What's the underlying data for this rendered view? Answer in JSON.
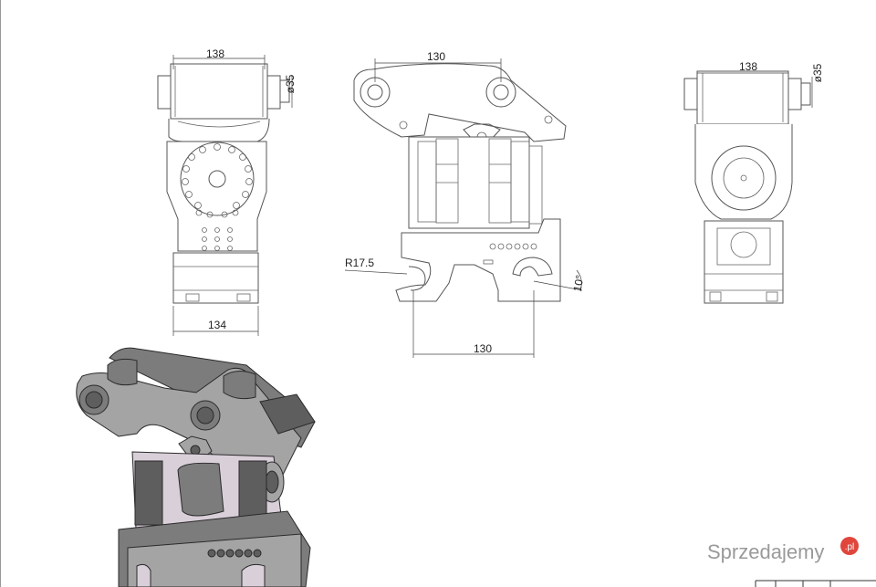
{
  "dimensions": {
    "left_top_width": "138",
    "left_pin_diameter": "ø35",
    "left_bottom_width": "134",
    "center_top_span": "130",
    "center_radius": "R17.5",
    "center_angle": "10°",
    "center_bottom_span": "130",
    "right_top_width": "138",
    "right_pin_diameter": "ø35"
  },
  "watermark": {
    "brand": "Sprzedajemy",
    "badge": ".pl"
  },
  "colors": {
    "line": "#555555",
    "model_dark": "#5e5e5e",
    "model_mid": "#7c7c7c",
    "model_light": "#a4a4a4",
    "model_pink": "#d9cfd9",
    "badge_red": "#e0463c"
  }
}
